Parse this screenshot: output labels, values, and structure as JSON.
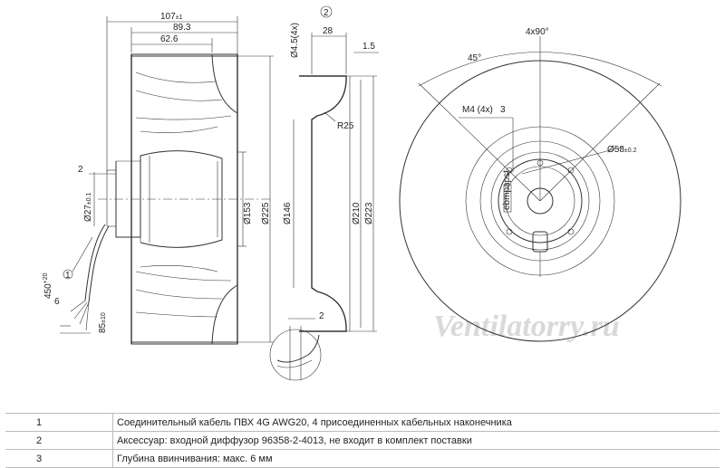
{
  "side_view": {
    "dim_107": "107",
    "dim_107_tol": "±1",
    "dim_89": "89.3",
    "dim_62": "62.6",
    "dim_2_left": "2",
    "dim_d27": "Ø27",
    "dim_d27_tol": "±0.1",
    "dim_d153": "Ø153",
    "dim_d225": "Ø225",
    "dim_450": "450",
    "dim_450_tol": "+20",
    "dim_6": "6",
    "dim_85": "85",
    "dim_85_tol": "±10",
    "callout_1": "1"
  },
  "diffuser_view": {
    "callout_2": "2",
    "dim_d45": "Ø4.5(4x)",
    "dim_28": "28",
    "dim_1_5": "1.5",
    "dim_r25": "R25",
    "dim_d146": "Ø146",
    "dim_d210": "Ø210",
    "dim_d223": "Ø223",
    "dim_2_detail": "2"
  },
  "front_view": {
    "dim_4x90": "4x90°",
    "dim_45": "45°",
    "dim_m4": "M4 (4x)",
    "callout_3": "3",
    "dim_d58": "Ø58",
    "dim_d58_tol": "±0.2",
    "label_ebmpapst": "ebmpapst"
  },
  "watermark": "Ventilatorry.ru",
  "legend": [
    {
      "num": "1",
      "text": "Соединительный кабель ПВХ 4G AWG20, 4 присоединенных кабельных наконечника"
    },
    {
      "num": "2",
      "text": "Аксессуар: входной диффузор 96358-2-4013, не входит в комплект поставки"
    },
    {
      "num": "3",
      "text": "Глубина ввинчивания: макс. 6 мм"
    }
  ]
}
